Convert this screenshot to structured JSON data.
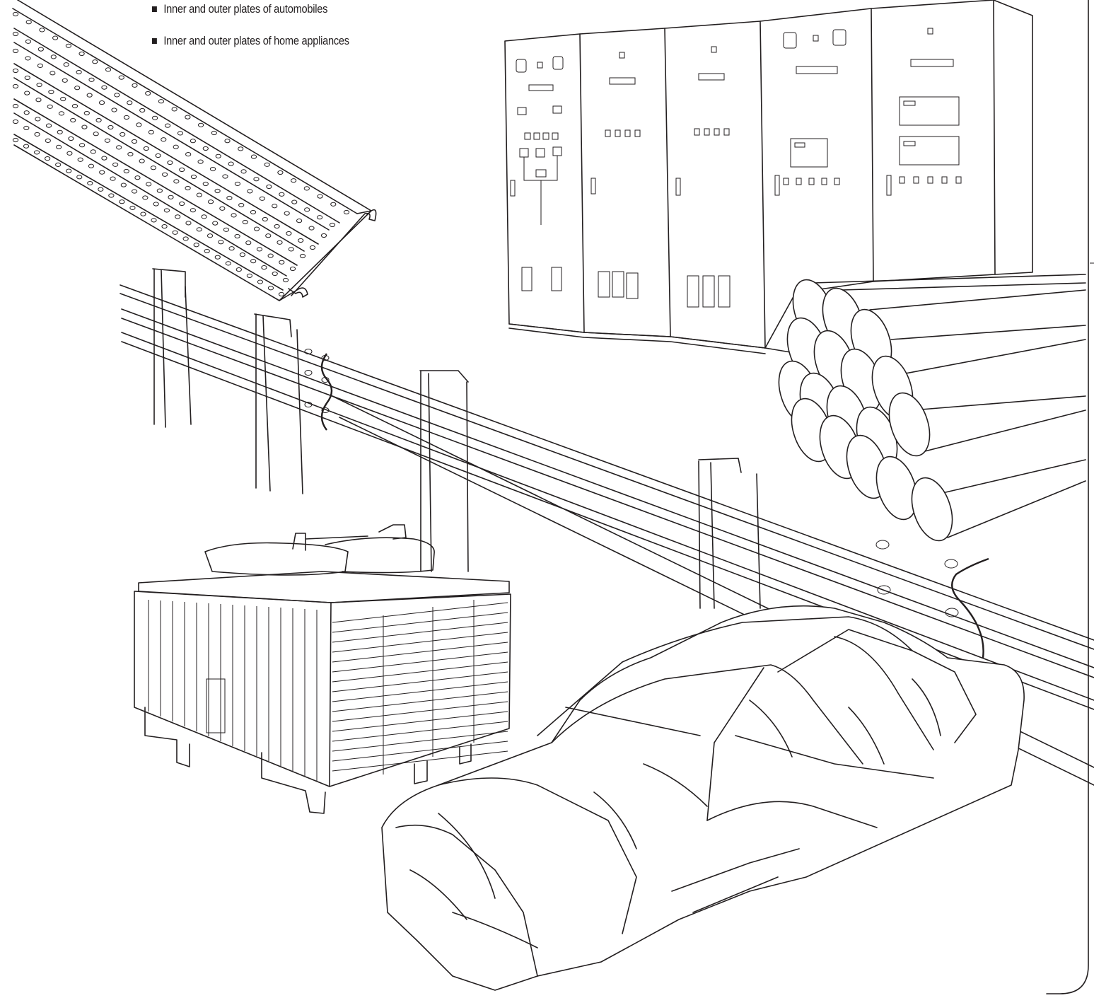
{
  "bullets": [
    {
      "text": "Inner and outer plates of automobiles"
    },
    {
      "text": "Inner and outer plates of home appliances"
    }
  ],
  "illustrations": [
    "perforated-cable-tray",
    "electrical-control-panels",
    "highway-guardrail",
    "steel-pipe-bundle",
    "cooling-tower",
    "car-body-in-white"
  ]
}
